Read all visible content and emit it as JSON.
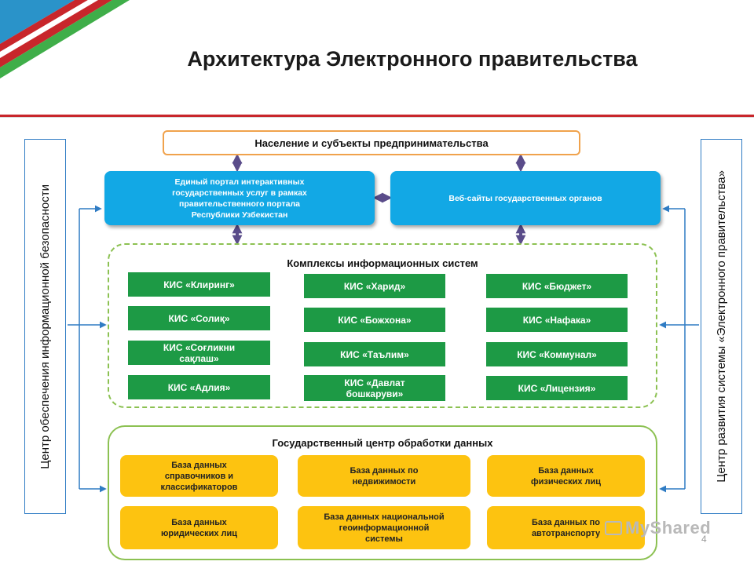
{
  "title": "Архитектура Электронного правительства",
  "left_side_label": "Центр обеспечения информационной безопасности",
  "right_side_label": "Центр развития системы «Электронного правительства»",
  "population": "Население и субъекты предпринимательства",
  "portal": {
    "line1": "Единый портал интерактивных",
    "line2": "государственных  услуг в рамках",
    "line3": "правительственного портала",
    "line4": "Республики Узбекистан"
  },
  "websites": "Веб-сайты государственных органов",
  "complexes": {
    "title": "Комплексы информационных систем",
    "items": [
      {
        "line1": "КИС «Клиринг»",
        "line2": ""
      },
      {
        "line1": "КИС «Солиқ»",
        "line2": ""
      },
      {
        "line1": "КИС «Соғликни",
        "line2": "сақлаш»"
      },
      {
        "line1": "КИС «Адлия»",
        "line2": ""
      },
      {
        "line1": "КИС «Харид»",
        "line2": ""
      },
      {
        "line1": "КИС «Божхона»",
        "line2": ""
      },
      {
        "line1": "КИС «Таълим»",
        "line2": ""
      },
      {
        "line1": "КИС «Давлат",
        "line2": "бошкаруви»"
      },
      {
        "line1": "КИС «Бюджет»",
        "line2": ""
      },
      {
        "line1": "КИС «Нафака»",
        "line2": ""
      },
      {
        "line1": "КИС «Коммунал»",
        "line2": ""
      },
      {
        "line1": "КИС «Лицензия»",
        "line2": ""
      }
    ]
  },
  "data_center": {
    "title": "Государственный центр обработки данных",
    "items": [
      {
        "line1": "База данных",
        "line2": "справочников и",
        "line3": "классификаторов"
      },
      {
        "line1": "База данных по",
        "line2": "недвижимости",
        "line3": ""
      },
      {
        "line1": "База данных",
        "line2": "физических лиц",
        "line3": ""
      },
      {
        "line1": "База данных",
        "line2": "юридических лиц",
        "line3": ""
      },
      {
        "line1": "База данных национальной",
        "line2": "геоинформационной",
        "line3": "системы"
      },
      {
        "line1": "База данных по",
        "line2": "автотранспорту",
        "line3": ""
      }
    ]
  },
  "watermark": "MyShared",
  "page_number": "4",
  "colors": {
    "accent_red": "#c8262b",
    "flag_blue": "#2a93c9",
    "flag_green": "#3fae49",
    "portal_blue": "#12a8e5",
    "kis_green": "#1d9a45",
    "db_yellow": "#fdc310",
    "group_border": "#8cc152",
    "arrow_purple": "#5a4c8a"
  }
}
